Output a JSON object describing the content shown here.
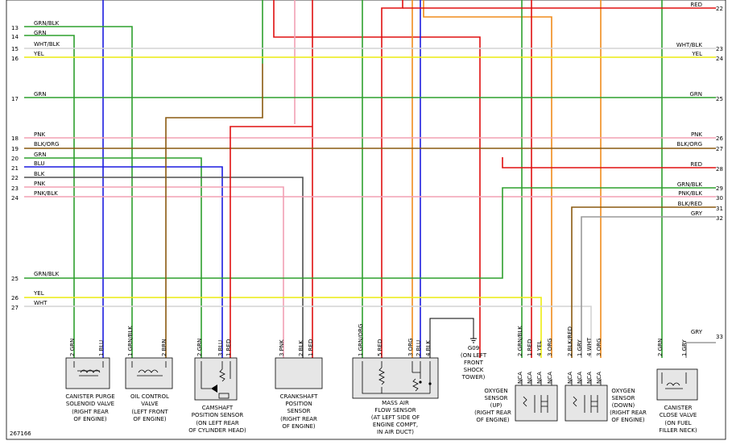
{
  "figure_id": "267166",
  "left_pins": [
    {
      "num": "13",
      "label": "GRN/BLK"
    },
    {
      "num": "14",
      "label": "GRN"
    },
    {
      "num": "15",
      "label": "WHT/BLK"
    },
    {
      "num": "16",
      "label": "YEL"
    },
    {
      "num": "17",
      "label": "GRN"
    },
    {
      "num": "18",
      "label": "PNK"
    },
    {
      "num": "19",
      "label": "BLK/ORG"
    },
    {
      "num": "20",
      "label": "GRN"
    },
    {
      "num": "21",
      "label": "BLU"
    },
    {
      "num": "22",
      "label": "BLK"
    },
    {
      "num": "23",
      "label": "PNK"
    },
    {
      "num": "24",
      "label": "PNK/BLK"
    },
    {
      "num": "25",
      "label": "GRN/BLK"
    },
    {
      "num": "26",
      "label": "YEL"
    },
    {
      "num": "27",
      "label": "WHT"
    }
  ],
  "right_pins": [
    {
      "num": "22",
      "label": "RED"
    },
    {
      "num": "23",
      "label": "WHT/BLK"
    },
    {
      "num": "24",
      "label": "YEL"
    },
    {
      "num": "25",
      "label": "GRN"
    },
    {
      "num": "26",
      "label": "PNK"
    },
    {
      "num": "27",
      "label": "BLK/ORG"
    },
    {
      "num": "28",
      "label": "RED"
    },
    {
      "num": "29",
      "label": "GRN/BLK"
    },
    {
      "num": "30",
      "label": "PNK/BLK"
    },
    {
      "num": "31",
      "label": "BLK/RED"
    },
    {
      "num": "32",
      "label": "GRY"
    },
    {
      "num": "33",
      "label": "GRY"
    }
  ],
  "components": {
    "canister_purge": {
      "pins": [
        "2 GRN",
        "1 BLU"
      ],
      "caption": [
        "CANISTER PURGE",
        "SOLENOID VALVE",
        "(RIGHT REAR",
        "OF ENGINE)"
      ]
    },
    "oil_control": {
      "pins": [
        "1 GRN/BLK",
        "2 BRN"
      ],
      "caption": [
        "OIL CONTROL",
        "VALVE",
        "(LEFT FRONT",
        "OF ENGINE)"
      ]
    },
    "camshaft": {
      "pins": [
        "2 GRN",
        "3 BLU",
        "1 RED"
      ],
      "caption": [
        "CAMSHAFT",
        "POSITION SENSOR",
        "(ON LEFT REAR",
        "OF CYLINDER HEAD)"
      ]
    },
    "crankshaft": {
      "pins": [
        "3 PNK",
        "2 BLK",
        "1 RED"
      ],
      "caption": [
        "CRANKSHAFT",
        "POSITION",
        "SENSOR",
        "(RIGHT REAR",
        "OF ENGINE)"
      ]
    },
    "maf": {
      "pins": [
        "1 GRN/ORG",
        "5 RED",
        "3 ORG",
        "2 BLU",
        "4 BLK"
      ],
      "caption": [
        "MASS AIR",
        "FLOW SENSOR",
        "(AT LEFT SIDE OF",
        "ENGINE COMPT,",
        "IN AIR DUCT)"
      ]
    },
    "ground": {
      "label": [
        "G09",
        "(ON LEFT",
        "FRONT",
        "SHOCK",
        "TOWER)"
      ]
    },
    "o2_up": {
      "pins": [
        "2 GRN/BLK",
        "1 RED",
        "4 YEL",
        "3 ORG"
      ],
      "nca": [
        "NCA",
        "NCA",
        "NCA",
        "NCA"
      ],
      "caption": [
        "OXYGEN",
        "SENSOR",
        "(UP)",
        "(RIGHT REAR",
        "OF ENGINE)"
      ]
    },
    "o2_down": {
      "pins": [
        "2 BLK/RED",
        "1 GRY",
        "4 WHT",
        "3 ORG"
      ],
      "nca": [
        "NCA",
        "NCA",
        "NCA",
        "NCA"
      ],
      "caption": [
        "OXYGEN",
        "SENSOR",
        "(DOWN)",
        "(RIGHT REAR",
        "OF ENGINE)"
      ]
    },
    "canister_close": {
      "pins": [
        "2 GRN",
        "1 GRY"
      ],
      "caption": [
        "CANISTER",
        "CLOSE VALVE",
        "(ON FUEL",
        "FILLER NECK)"
      ]
    }
  },
  "colors": {
    "grn": "#2ea02e",
    "blu": "#1c1ce0",
    "red": "#e01010",
    "yel": "#ecec10",
    "pnk": "#f2a0b4",
    "brn": "#8a5a10",
    "orng": "#f08c1c",
    "gry": "#9a9a9a",
    "wht": "#d4d4d4",
    "blk": "#505050"
  }
}
